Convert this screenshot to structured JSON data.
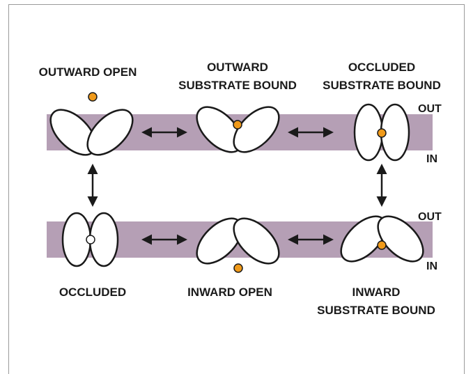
{
  "colors": {
    "membrane": "#b59fb5",
    "substrate": "#f09a1a",
    "outline": "#1a1a1a"
  },
  "states": {
    "outward_open": {
      "line1": "OUTWARD OPEN"
    },
    "outward_substrate_bound": {
      "line1": "OUTWARD",
      "line2": "SUBSTRATE BOUND"
    },
    "occluded_substrate_bound": {
      "line1": "OCCLUDED",
      "line2": "SUBSTRATE BOUND"
    },
    "occluded": {
      "line1": "OCCLUDED"
    },
    "inward_open": {
      "line1": "INWARD OPEN"
    },
    "inward_substrate_bound": {
      "line1": "INWARD",
      "line2": "SUBSTRATE BOUND"
    }
  },
  "sides": {
    "top_out": "OUT",
    "top_in": "IN",
    "bottom_out": "OUT",
    "bottom_in": "IN"
  }
}
